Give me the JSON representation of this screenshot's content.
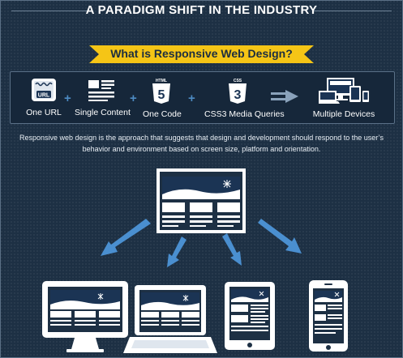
{
  "header": {
    "title": "A PARADIGM SHIFT IN THE INDUSTRY"
  },
  "banner": {
    "question": "What  is Responsive Web Design?"
  },
  "features": [
    {
      "label": "One URL",
      "icon": "url-icon",
      "badge": "URL"
    },
    {
      "label": "Single Content",
      "icon": "content-layout-icon"
    },
    {
      "label": "One Code",
      "icon": "html5-icon",
      "badge": "HTML",
      "digit": "5"
    },
    {
      "label": "CSS3 Media Queries",
      "icon": "css3-icon",
      "badge": "CSS",
      "digit": "3"
    },
    {
      "label": "Multiple Devices",
      "icon": "multiple-devices-icon"
    }
  ],
  "operators": {
    "plus": "+"
  },
  "description": "Responsive web design is the approach that suggests that design and development should respond to the user’s behavior and environment based on screen size, platform and orientation.",
  "devices": [
    "desktop-monitor-icon",
    "laptop-icon",
    "tablet-icon",
    "smartphone-icon"
  ],
  "colors": {
    "background": "#1d3044",
    "accent_yellow": "#f5c516",
    "accent_blue": "#4a8fd0",
    "device_white": "#ffffff",
    "screen_dark": "#1b3454"
  }
}
